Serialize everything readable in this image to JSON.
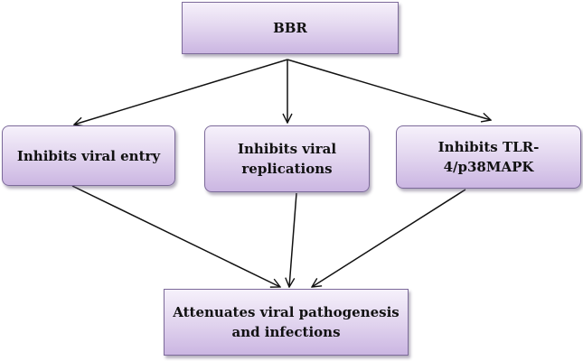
{
  "diagram": {
    "top_node": {
      "label": "BBR"
    },
    "middle_nodes": [
      {
        "label_lines": [
          "Inhibits viral entry"
        ]
      },
      {
        "label_lines": [
          "Inhibits viral",
          "replications"
        ]
      },
      {
        "label_lines": [
          "Inhibits TLR-",
          "4/p38MAPK"
        ]
      }
    ],
    "bottom_node": {
      "label_lines": [
        "Attenuates viral pathogenesis",
        "and infections"
      ]
    },
    "colors": {
      "box_fill_top": "#f6f1fb",
      "box_fill_bottom": "#cbb6e2",
      "box_border": "#7c6a9a",
      "arrow": "#111111"
    }
  }
}
